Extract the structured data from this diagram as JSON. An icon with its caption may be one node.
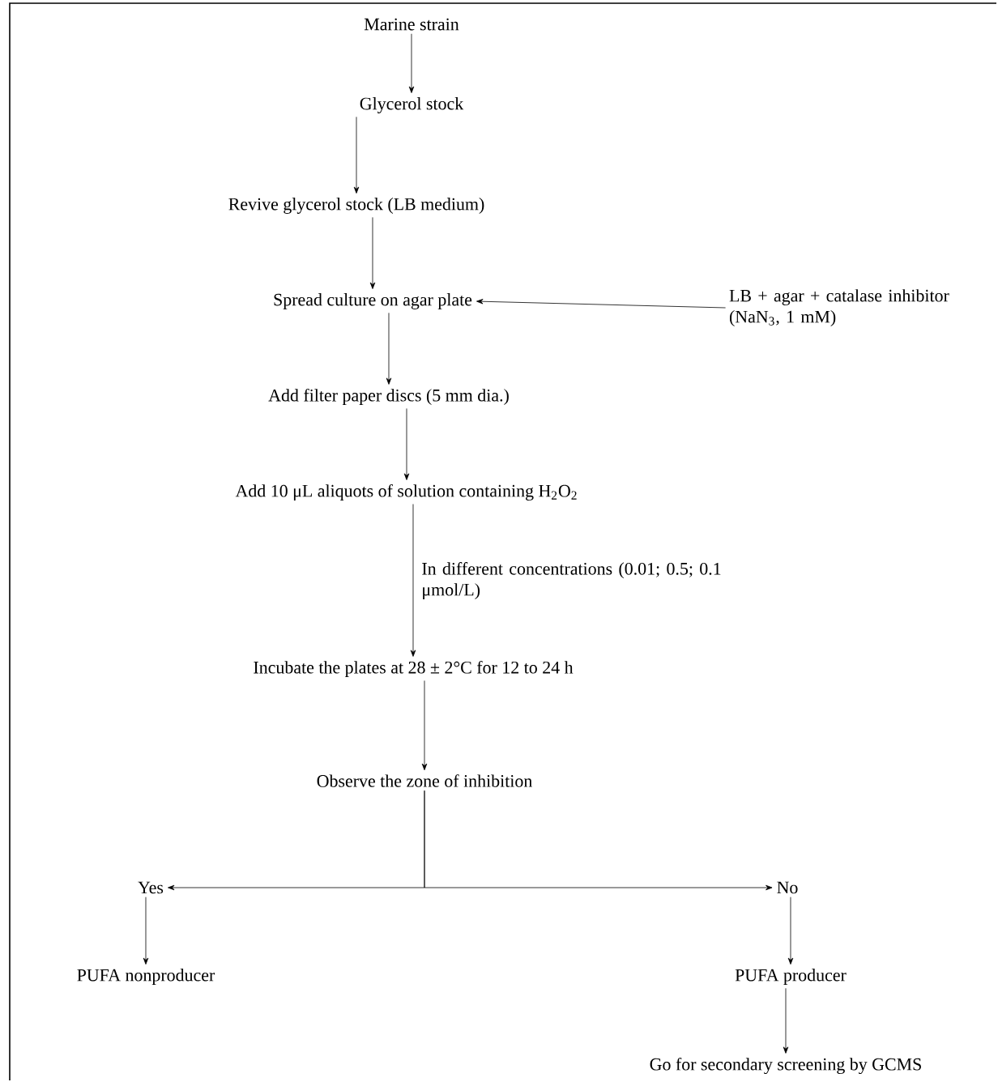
{
  "diagram": {
    "nodes": [
      {
        "text": [
          "Marine strain"
        ]
      },
      {
        "text": [
          "Glycerol stock"
        ]
      },
      {
        "text": [
          "Revive glycerol stock (LB medium)"
        ]
      },
      {
        "text": [
          "Spread culture on agar plate"
        ]
      },
      {
        "text": [
          "LB + agar + catalase inhibitor (NaN$_{3}$, 1 mM)"
        ]
      },
      {
        "text": [
          "Add filter paper discs (5 mm dia.)"
        ]
      },
      {
        "text": [
          "Add 10 μL aliquots of solution containing H$_{2}$O$_{2}$"
        ]
      },
      {
        "text": [
          "Incubate the plates at 28 ± 2°C for 12 to 24 h"
        ]
      },
      {
        "text": [
          "Observe the zone of inhibition"
        ]
      },
      {
        "text": [
          "Yes"
        ]
      },
      {
        "text": [
          "No"
        ]
      },
      {
        "text": [
          "PUFA nonproducer"
        ]
      },
      {
        "text": [
          "PUFA producer"
        ]
      },
      {
        "text": [
          "Go for secondary screening by GCMS"
        ]
      }
    ],
    "edges": [
      {
        "from": 0,
        "to": 1,
        "arrow": "to"
      },
      {
        "from": 1,
        "to": 2,
        "arrow": "to"
      },
      {
        "from": 2,
        "to": 3,
        "arrow": "to"
      },
      {
        "from": 4,
        "to": 3,
        "arrow": "to"
      },
      {
        "from": 3,
        "to": 5,
        "arrow": "to"
      },
      {
        "from": 5,
        "to": 6,
        "arrow": "to"
      },
      {
        "from": 6,
        "to": 7,
        "arrow": "to",
        "label": "In different concentrations (0.01; 0.5; 0.1 μmol/L)"
      },
      {
        "from": 7,
        "to": 8,
        "arrow": "to"
      },
      {
        "from": 8,
        "to": 9,
        "arrow": "to"
      },
      {
        "from": 8,
        "to": 10,
        "arrow": "to"
      },
      {
        "from": 9,
        "to": 11,
        "arrow": "to"
      },
      {
        "from": 10,
        "to": 12,
        "arrow": "to"
      },
      {
        "from": 12,
        "to": 13,
        "arrow": "to"
      }
    ]
  }
}
